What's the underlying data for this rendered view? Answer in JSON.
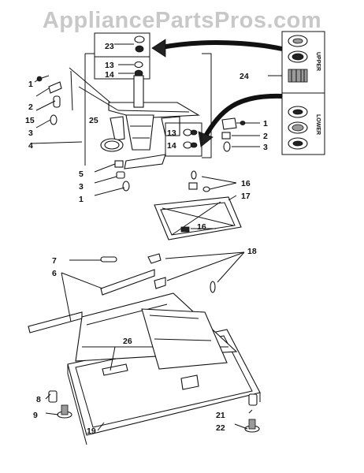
{
  "watermark": "AppliancePartsPros.com",
  "inset_labels": {
    "upper": "UPPER",
    "lower": "LOWER"
  },
  "callouts": {
    "c23": "23",
    "c13a": "13",
    "c14a": "14",
    "c24": "24",
    "c1a": "1",
    "c2a": "2",
    "c15": "15",
    "c3a": "3",
    "c4": "4",
    "c25": "25",
    "c13b": "13",
    "c14b": "14",
    "c1b": "1",
    "c2b": "2",
    "c3b": "3",
    "c5": "5",
    "c3c": "3",
    "c1c": "1",
    "c16a": "16",
    "c17": "17",
    "c16b": "16",
    "c7": "7",
    "c6": "6",
    "c18": "18",
    "c26": "26",
    "c8": "8",
    "c9": "9",
    "c19": "19",
    "c21": "21",
    "c22": "22"
  }
}
